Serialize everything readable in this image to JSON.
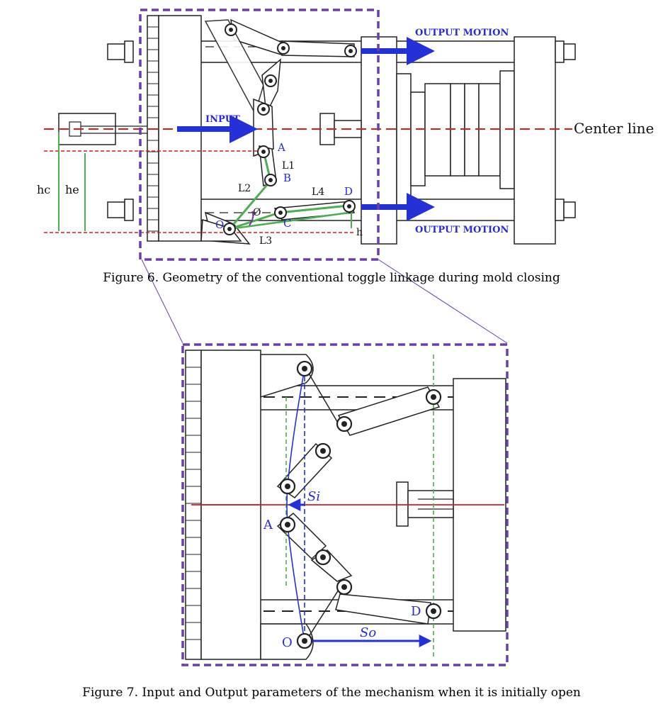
{
  "figure6": {
    "caption": "Figure 6. Geometry of the conventional toggle linkage during mold closing",
    "labels": {
      "output_top": "OUTPUT MOTION",
      "output_bottom": "OUTPUT MOTION",
      "input": "INPUT",
      "center_line": "Center line",
      "hc": "hc",
      "he": "he",
      "A": "A",
      "B": "B",
      "C": "C",
      "D": "D",
      "O": "O",
      "L1": "L1",
      "L2": "L2",
      "L3": "L3",
      "L4": "L4",
      "phi": "Ø",
      "h": "h"
    }
  },
  "figure7": {
    "caption": "Figure 7. Input and Output parameters of the mechanism when it is initially open",
    "labels": {
      "Si": "Si",
      "So": "So",
      "A": "A",
      "D": "D",
      "O": "O"
    }
  },
  "colors": {
    "linkage_line": "#222222",
    "arrow_blue": "#2431d6",
    "label_blue": "#2a2ad6",
    "center_red": "#d21f1f",
    "measure_green": "#4caf50",
    "dash_purple": "#6a3fa8"
  }
}
